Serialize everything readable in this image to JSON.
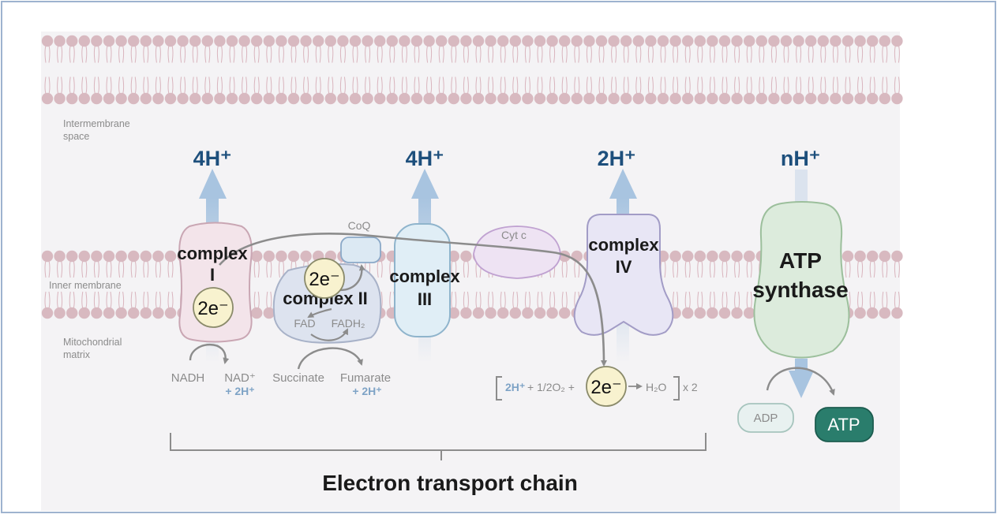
{
  "regions": {
    "intermembrane": "Intermembrane space",
    "inner_membrane": "Inner membrane",
    "matrix": "Mitochondrial matrix"
  },
  "protons": {
    "c1": "4H⁺",
    "c3": "4H⁺",
    "c4": "2H⁺",
    "atp": "nH⁺"
  },
  "complexes": {
    "c1": {
      "line1": "complex",
      "line2": "I"
    },
    "c2": "complex II",
    "c3": {
      "line1": "complex",
      "line2": "III"
    },
    "c4": {
      "line1": "complex",
      "line2": "IV"
    },
    "atp_synthase": {
      "line1": "ATP",
      "line2": "synthase"
    }
  },
  "carriers": {
    "coq": "CoQ",
    "cytc": "Cyt c"
  },
  "electrons": {
    "label": "2e⁻"
  },
  "substrates": {
    "nadh": "NADH",
    "nad": "NAD⁺",
    "nad_h": "+ 2H⁺",
    "succinate": "Succinate",
    "fumarate": "Fumarate",
    "fumarate_h": "+ 2H⁺",
    "fad": "FAD",
    "fadh2": "FADH₂"
  },
  "reaction": {
    "h": "2H⁺",
    "o2": "+ 1/2O₂ +",
    "product": "H₂O",
    "multiplier": "x 2"
  },
  "atp": {
    "adp": "ADP",
    "atp": "ATP"
  },
  "caption": "Electron transport chain",
  "colors": {
    "proton": "#1d4f7c",
    "arrow": "#a8c4e0",
    "phospholipid": "#d8b9c0",
    "complex1": "#f3e4ea",
    "complex2": "#dde3ef",
    "complex3": "#e0eef6",
    "complex4": "#e8e6f5",
    "atp_synthase": "#dcebdc",
    "atp_badge": "#2a7d6c",
    "electron": "#f8f2cf"
  }
}
